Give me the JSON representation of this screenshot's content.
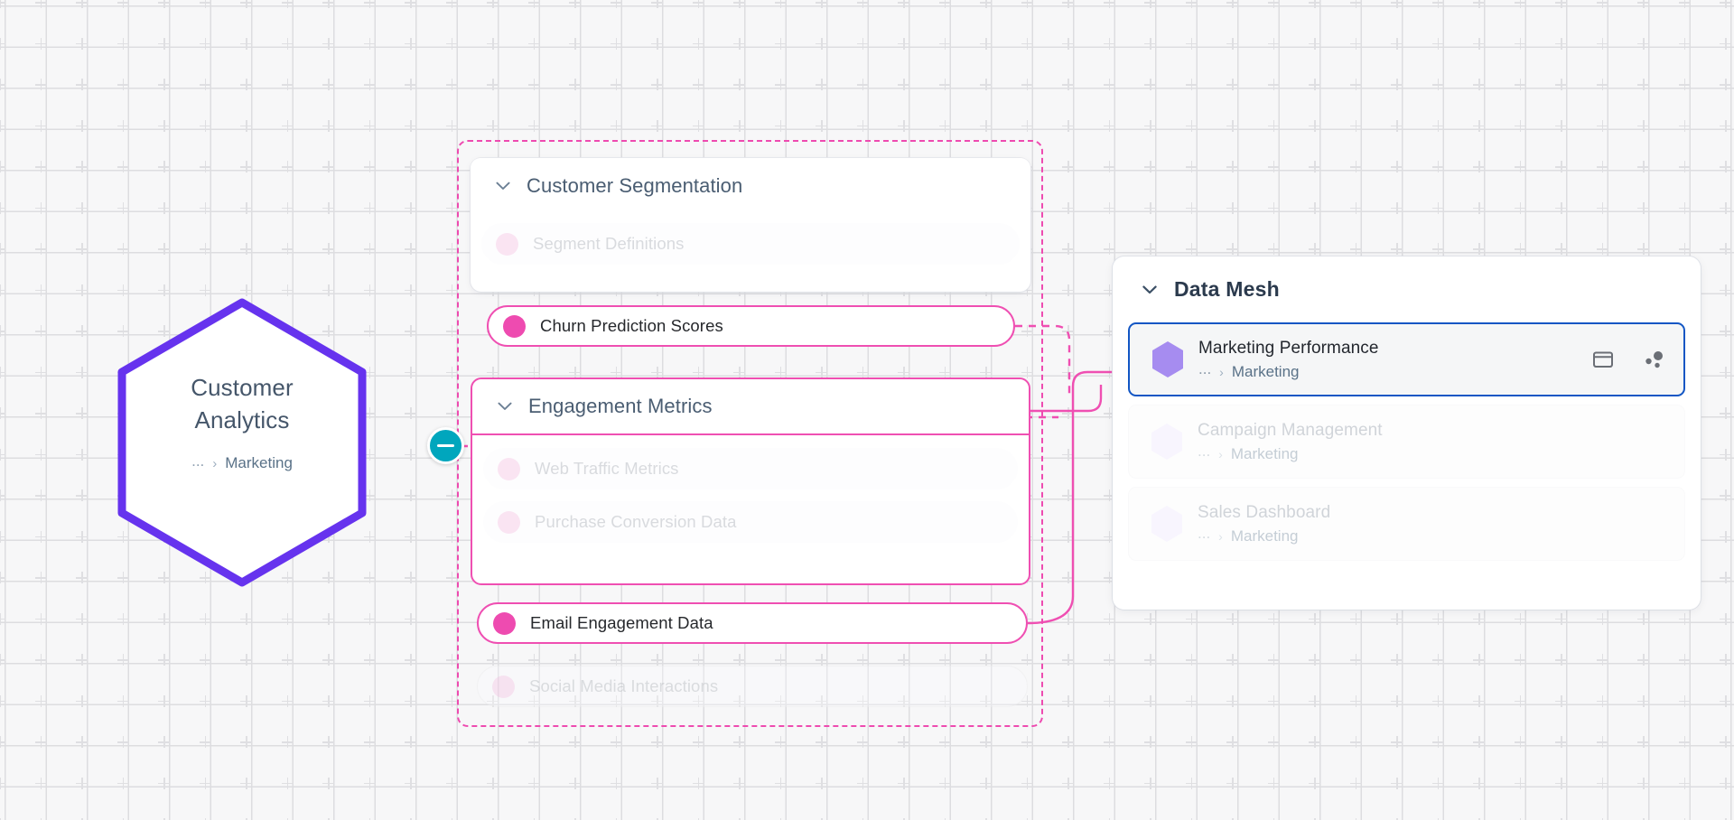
{
  "colors": {
    "canvas_bg": "#f7f7f8",
    "grid_cross": "#dfdfe2",
    "node_border_purple": "#6633ee",
    "accent_pink": "#ee4bb0",
    "accent_pink_light": "#f6cfe9",
    "selected_blue": "#1256c4",
    "teal_badge": "#00a6bd",
    "hex_purple": "#a68cf0",
    "hex_purple_faded": "#ede5fd",
    "title_slate": "#45566a",
    "mesh_title": "#2b3a4d"
  },
  "source_node": {
    "title_line1": "Customer",
    "title_line2": "Analytics",
    "breadcrumb_prefix": "...",
    "breadcrumb_separator": "›",
    "breadcrumb_domain": "Marketing",
    "collapse_badge_icon": "minus-icon",
    "shape": "hexagon"
  },
  "group": {
    "outline_style": "dashed",
    "cards": [
      {
        "id": "customer-segmentation",
        "title": "Customer Segmentation",
        "chevron": "chevron-down-icon",
        "highlighted": false,
        "items": [
          {
            "label": "Segment Definitions",
            "state": "faded"
          }
        ]
      },
      {
        "id": "engagement-metrics",
        "title": "Engagement Metrics",
        "chevron": "chevron-down-icon",
        "highlighted": true,
        "items": [
          {
            "label": "Web Traffic Metrics",
            "state": "faded"
          },
          {
            "label": "Purchase Conversion Data",
            "state": "faded"
          }
        ]
      }
    ],
    "pills": [
      {
        "label": "Churn Prediction Scores",
        "state": "active"
      },
      {
        "label": "Email Engagement Data",
        "state": "active"
      },
      {
        "label": "Social Media Interactions",
        "state": "faded"
      }
    ]
  },
  "mesh_panel": {
    "title": "Data Mesh",
    "chevron": "chevron-down-icon",
    "rows": [
      {
        "name": "Marketing Performance",
        "breadcrumb_prefix": "...",
        "breadcrumb_separator": "›",
        "breadcrumb_domain": "Marketing",
        "state": "selected",
        "actions": [
          "window-icon",
          "scatter-dots-icon"
        ]
      },
      {
        "name": "Campaign Management",
        "breadcrumb_prefix": "...",
        "breadcrumb_separator": "›",
        "breadcrumb_domain": "Marketing",
        "state": "faded",
        "actions": []
      },
      {
        "name": "Sales Dashboard",
        "breadcrumb_prefix": "...",
        "breadcrumb_separator": "›",
        "breadcrumb_domain": "Marketing",
        "state": "faded",
        "actions": []
      }
    ]
  }
}
